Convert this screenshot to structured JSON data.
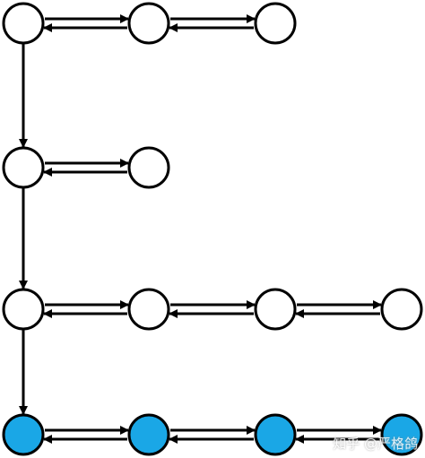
{
  "colors": {
    "stroke": "#000000",
    "node_fill": "#ffffff",
    "highlight_fill": "#1aa7e6"
  },
  "diagram": {
    "rows": [
      {
        "nodes": 3,
        "highlighted": false
      },
      {
        "nodes": 2,
        "highlighted": false
      },
      {
        "nodes": 4,
        "highlighted": false
      },
      {
        "nodes": 4,
        "highlighted": true
      }
    ],
    "vertical_links": [
      [
        0,
        1
      ],
      [
        1,
        2
      ],
      [
        2,
        3
      ]
    ]
  },
  "watermark": "知乎 @严格鸽"
}
